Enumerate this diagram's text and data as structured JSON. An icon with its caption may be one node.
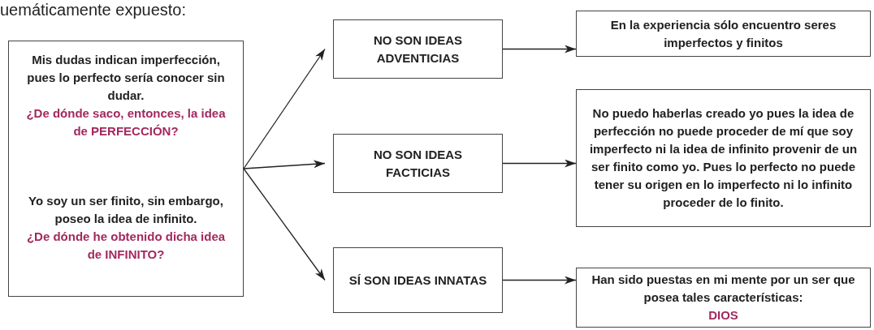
{
  "diagram": {
    "nodes": [
      {
        "text": [
          "Mis dudas indican imperfección, pues lo perfecto sería conocer sin dudar.",
          "¿De dónde saco, entonces, la idea de PERFECCIÓN?",
          "Yo soy un ser finito, sin embargo, poseo la idea de infinito.",
          "¿De dónde he obtenido dicha idea de INFINITO?"
        ]
      },
      {
        "text": [
          "NO SON IDEAS ADVENTICIAS"
        ]
      },
      {
        "text": [
          "NO SON IDEAS FACTICIAS"
        ]
      },
      {
        "text": [
          "SÍ SON IDEAS INNATAS"
        ]
      },
      {
        "text": [
          "En la experiencia sólo encuentro seres imperfectos y finitos"
        ]
      },
      {
        "text": [
          "No puedo haberlas creado yo pues la idea de perfección no puede proceder de mí que soy imperfecto ni la idea de infinito provenir de un ser finito como yo. Pues lo perfecto no puede tener su origen en lo imperfecto ni lo infinito proceder de lo finito."
        ]
      },
      {
        "text": [
          "Han sido puestas en mi mente por un ser que posea tales características:",
          "DIOS"
        ]
      }
    ],
    "edges": [
      {
        "from": 0,
        "to": 1,
        "arrow": "to"
      },
      {
        "from": 0,
        "to": 2,
        "arrow": "to"
      },
      {
        "from": 0,
        "to": 3,
        "arrow": "to"
      },
      {
        "from": 1,
        "to": 4,
        "arrow": "to"
      },
      {
        "from": 2,
        "to": 5,
        "arrow": "to"
      },
      {
        "from": 3,
        "to": 6,
        "arrow": "to"
      }
    ],
    "labels": [
      "uemáticamente expuesto:"
    ]
  }
}
